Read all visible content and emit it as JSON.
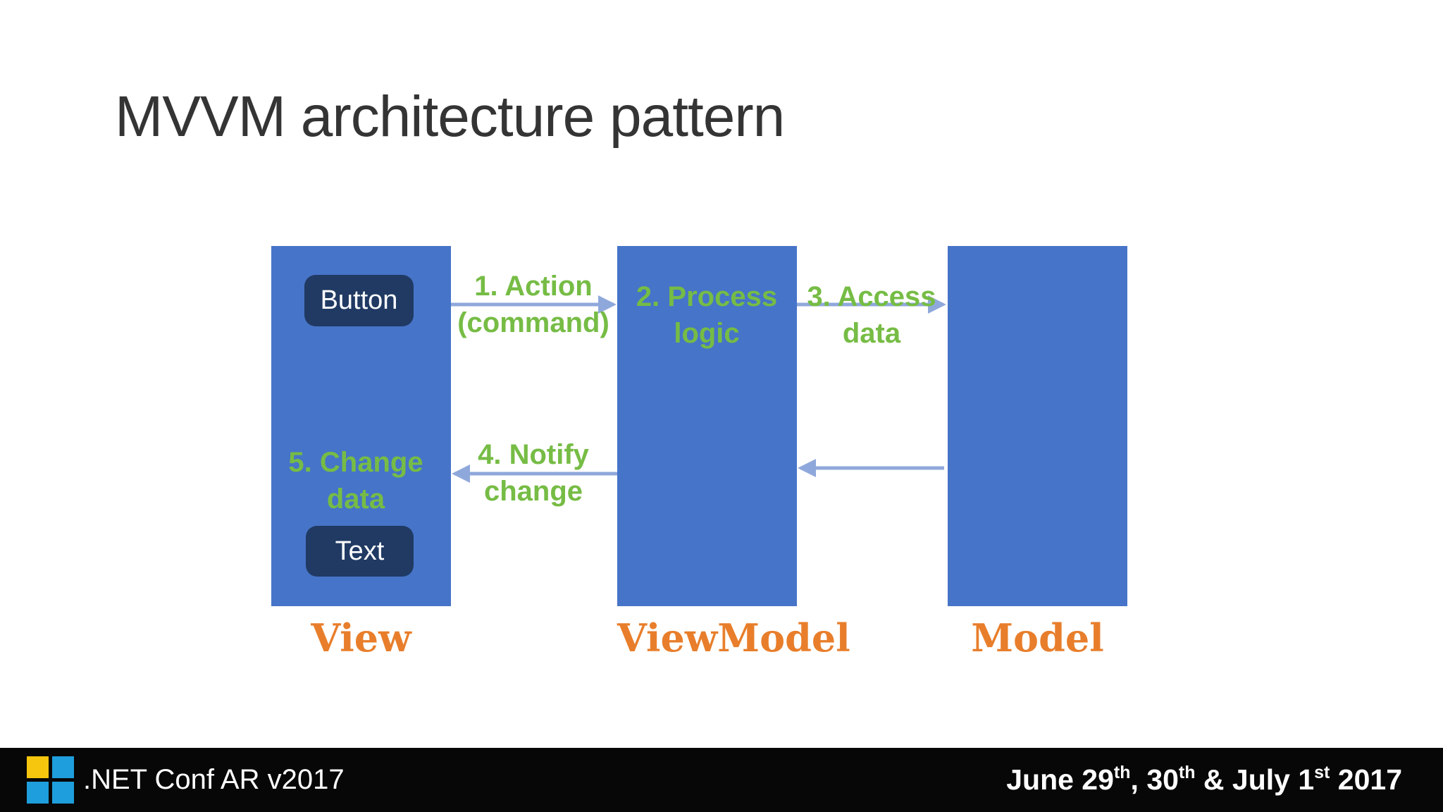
{
  "slide": {
    "title": "MVVM architecture pattern"
  },
  "colors": {
    "box_blue": "#4674C8",
    "chip_navy": "#203A63",
    "step_green": "#76BC45",
    "arrow_blue": "#8FA8DB",
    "label_orange": "#E87E2B",
    "title_gray": "#343434",
    "footer_black": "#070707",
    "logo_yellow": "#F6C50D",
    "logo_blue": "#1E9EDC"
  },
  "diagram": {
    "columns": [
      {
        "id": "view",
        "label": "View"
      },
      {
        "id": "viewmodel",
        "label": "ViewModel"
      },
      {
        "id": "model",
        "label": "Model"
      }
    ],
    "view": {
      "button_label": "Button",
      "text_label": "Text",
      "change_note": "5. Change\ndata"
    },
    "viewmodel": {
      "process_note": "2. Process\nlogic"
    },
    "arrow_labels": {
      "action": "1. Action\n(command)",
      "access": "3. Access\ndata",
      "notify": "4. Notify\nchange"
    },
    "flows": [
      {
        "from": "View",
        "to": "ViewModel",
        "label": "1. Action (command)"
      },
      {
        "from": "ViewModel",
        "to": "Model",
        "label": "3. Access data"
      },
      {
        "from": "ViewModel",
        "to": "View",
        "label": "4. Notify change"
      },
      {
        "from": "Model",
        "to": "ViewModel",
        "label": ""
      }
    ]
  },
  "footer": {
    "conf": ".NET Conf AR v2017",
    "date_full": "June 29th, 30th & July 1st 2017",
    "date_parts": [
      {
        "text": "June 29"
      },
      {
        "text": "th",
        "sup": true
      },
      {
        "text": ", 30"
      },
      {
        "text": "th",
        "sup": true
      },
      {
        "text": " & July 1"
      },
      {
        "text": "st",
        "sup": true
      },
      {
        "text": " 2017"
      }
    ]
  }
}
